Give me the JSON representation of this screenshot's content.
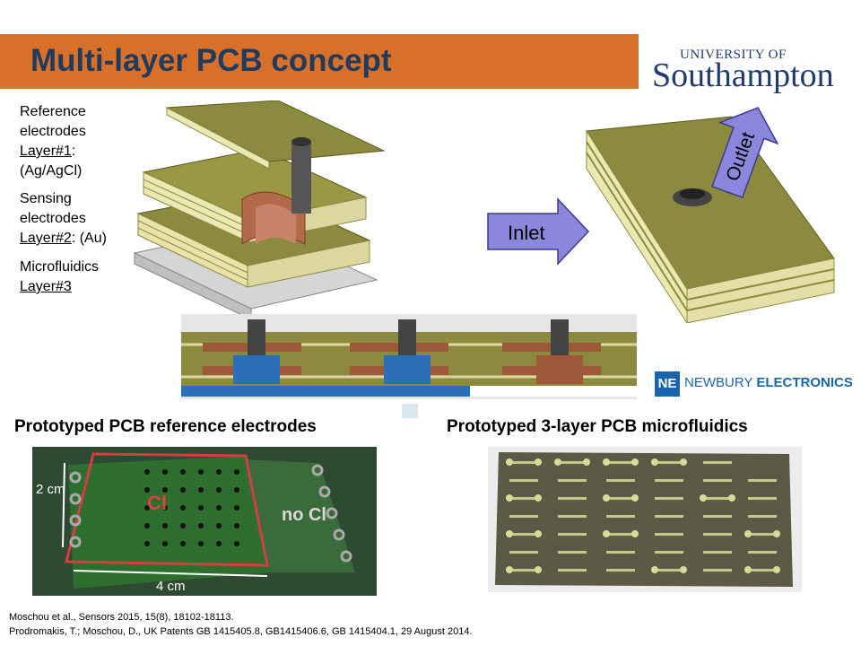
{
  "header": {
    "title": "Multi-layer PCB concept",
    "accent_color": "#d9702a",
    "title_color": "#1f3b5e"
  },
  "logo": {
    "line1": "UNIVERSITY OF",
    "line2": "Southampton"
  },
  "layers": {
    "ref": {
      "l1": "Reference",
      "l2": "electrodes",
      "l3a": "Layer#1",
      "l3b": ":",
      "l4": "(Ag/AgCl)"
    },
    "sense": {
      "l1": "Sensing",
      "l2": "electrodes",
      "l3a": "Layer#2",
      "l3b": ": (Au)"
    },
    "micro": {
      "l1": "Microfluidics",
      "l2": "Layer#3"
    }
  },
  "flow": {
    "inlet": "Inlet",
    "outlet": "Outlet"
  },
  "sponsor": {
    "name_a": "NEWBURY",
    "name_b": "ELECTRONICS"
  },
  "photos": {
    "left_title": "Prototyped PCB reference electrodes",
    "right_title": "Prototyped 3-layer PCB microfluidics",
    "dim_vertical": "2 cm",
    "dim_horizontal": "4 cm",
    "cl": "Cl",
    "no_cl": "no Cl"
  },
  "references": {
    "ref1": "Moschou et al., Sensors 2015, 15(8), 18102-18113.",
    "ref2": "Prodromakis, T.; Moschou, D., UK Patents GB 1415405.8, GB1415406.6, GB 1415404.1, 29 August 2014."
  }
}
